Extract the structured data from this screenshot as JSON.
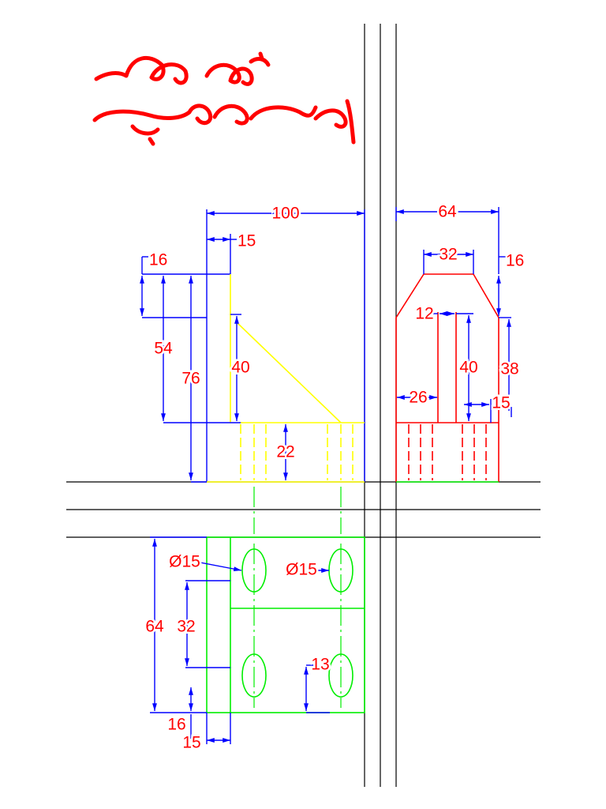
{
  "colors": {
    "dimension_text": "#ff0000",
    "dimension_line": "#0000ff",
    "front_view": "#ffff00",
    "side_view": "#ff0000",
    "top_view": "#00ee00",
    "projection_lines": "#000000"
  },
  "front_view": {
    "dim_100": "100",
    "dim_15": "15",
    "dim_16": "16",
    "dim_54": "54",
    "dim_76": "76",
    "dim_40": "40",
    "dim_22": "22"
  },
  "side_view": {
    "dim_64": "64",
    "dim_32": "32",
    "dim_16": "16",
    "dim_12": "12",
    "dim_40": "40",
    "dim_38": "38",
    "dim_26": "26",
    "dim_15": "15"
  },
  "top_view": {
    "dim_hole_left": "Ø15",
    "dim_hole_right": "Ø15",
    "dim_64": "64",
    "dim_32": "32",
    "dim_13": "13",
    "dim_16": "16",
    "dim_15": "15"
  }
}
